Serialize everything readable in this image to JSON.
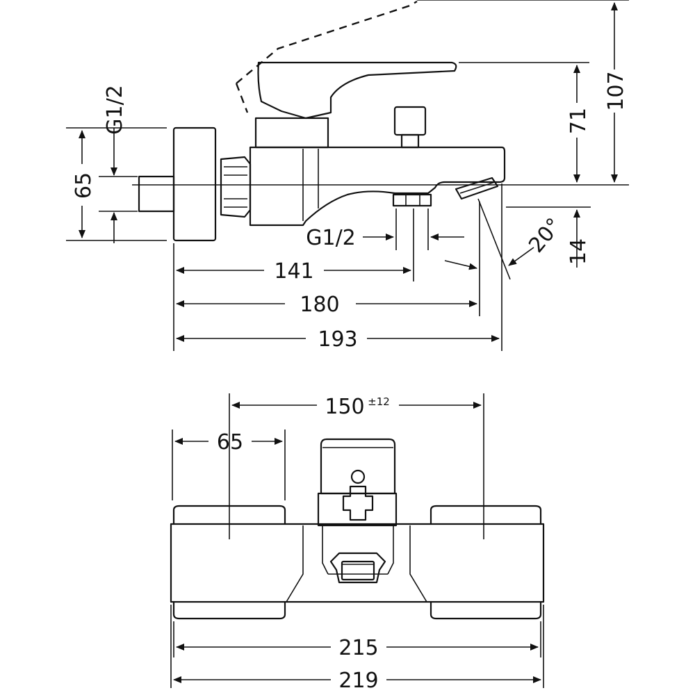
{
  "side_view": {
    "connection_label": "G1/2",
    "dim_65": "65",
    "dim_107": "107",
    "dim_71": "71",
    "dim_14": "14",
    "outlet_label": "G1/2",
    "angle": "20°",
    "dim_141": "141",
    "dim_180": "180",
    "dim_193": "193"
  },
  "front_view": {
    "dim_150": "150",
    "dim_150_tolerance": "±12",
    "dim_65": "65",
    "dim_215": "215",
    "dim_219": "219"
  }
}
